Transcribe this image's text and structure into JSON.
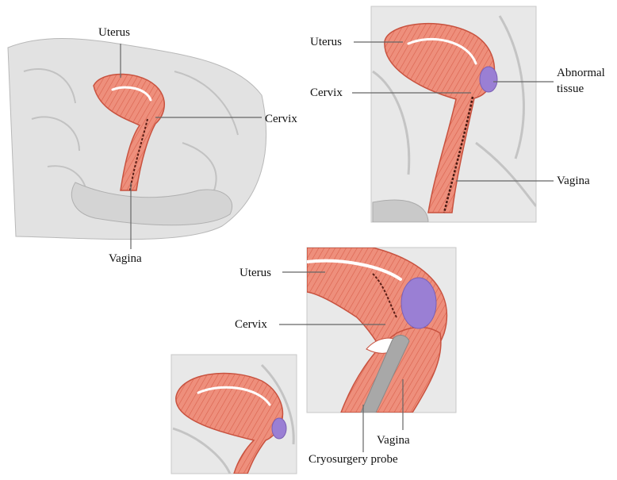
{
  "panel_1": {
    "uterus": "Uterus",
    "cervix": "Cervix",
    "vagina": "Vagina"
  },
  "panel_2": {
    "uterus": "Uterus",
    "cervix": "Cervix",
    "abnormal_line1": "Abnormal",
    "abnormal_line2": "tissue",
    "vagina": "Vagina"
  },
  "panel_3": {
    "uterus": "Uterus",
    "cervix": "Cervix",
    "vagina": "Vagina",
    "probe": "Cryosurgery probe"
  },
  "colors": {
    "tissue_pink": "#ec8a78",
    "tissue_dark": "#c8523f",
    "muscle_line": "#b94a3a",
    "background_gray": "#e4e4e4",
    "organ_outline": "#bcbcbc",
    "abnormal_purple": "#9a7fd4",
    "probe_gray": "#a8a8a8"
  }
}
